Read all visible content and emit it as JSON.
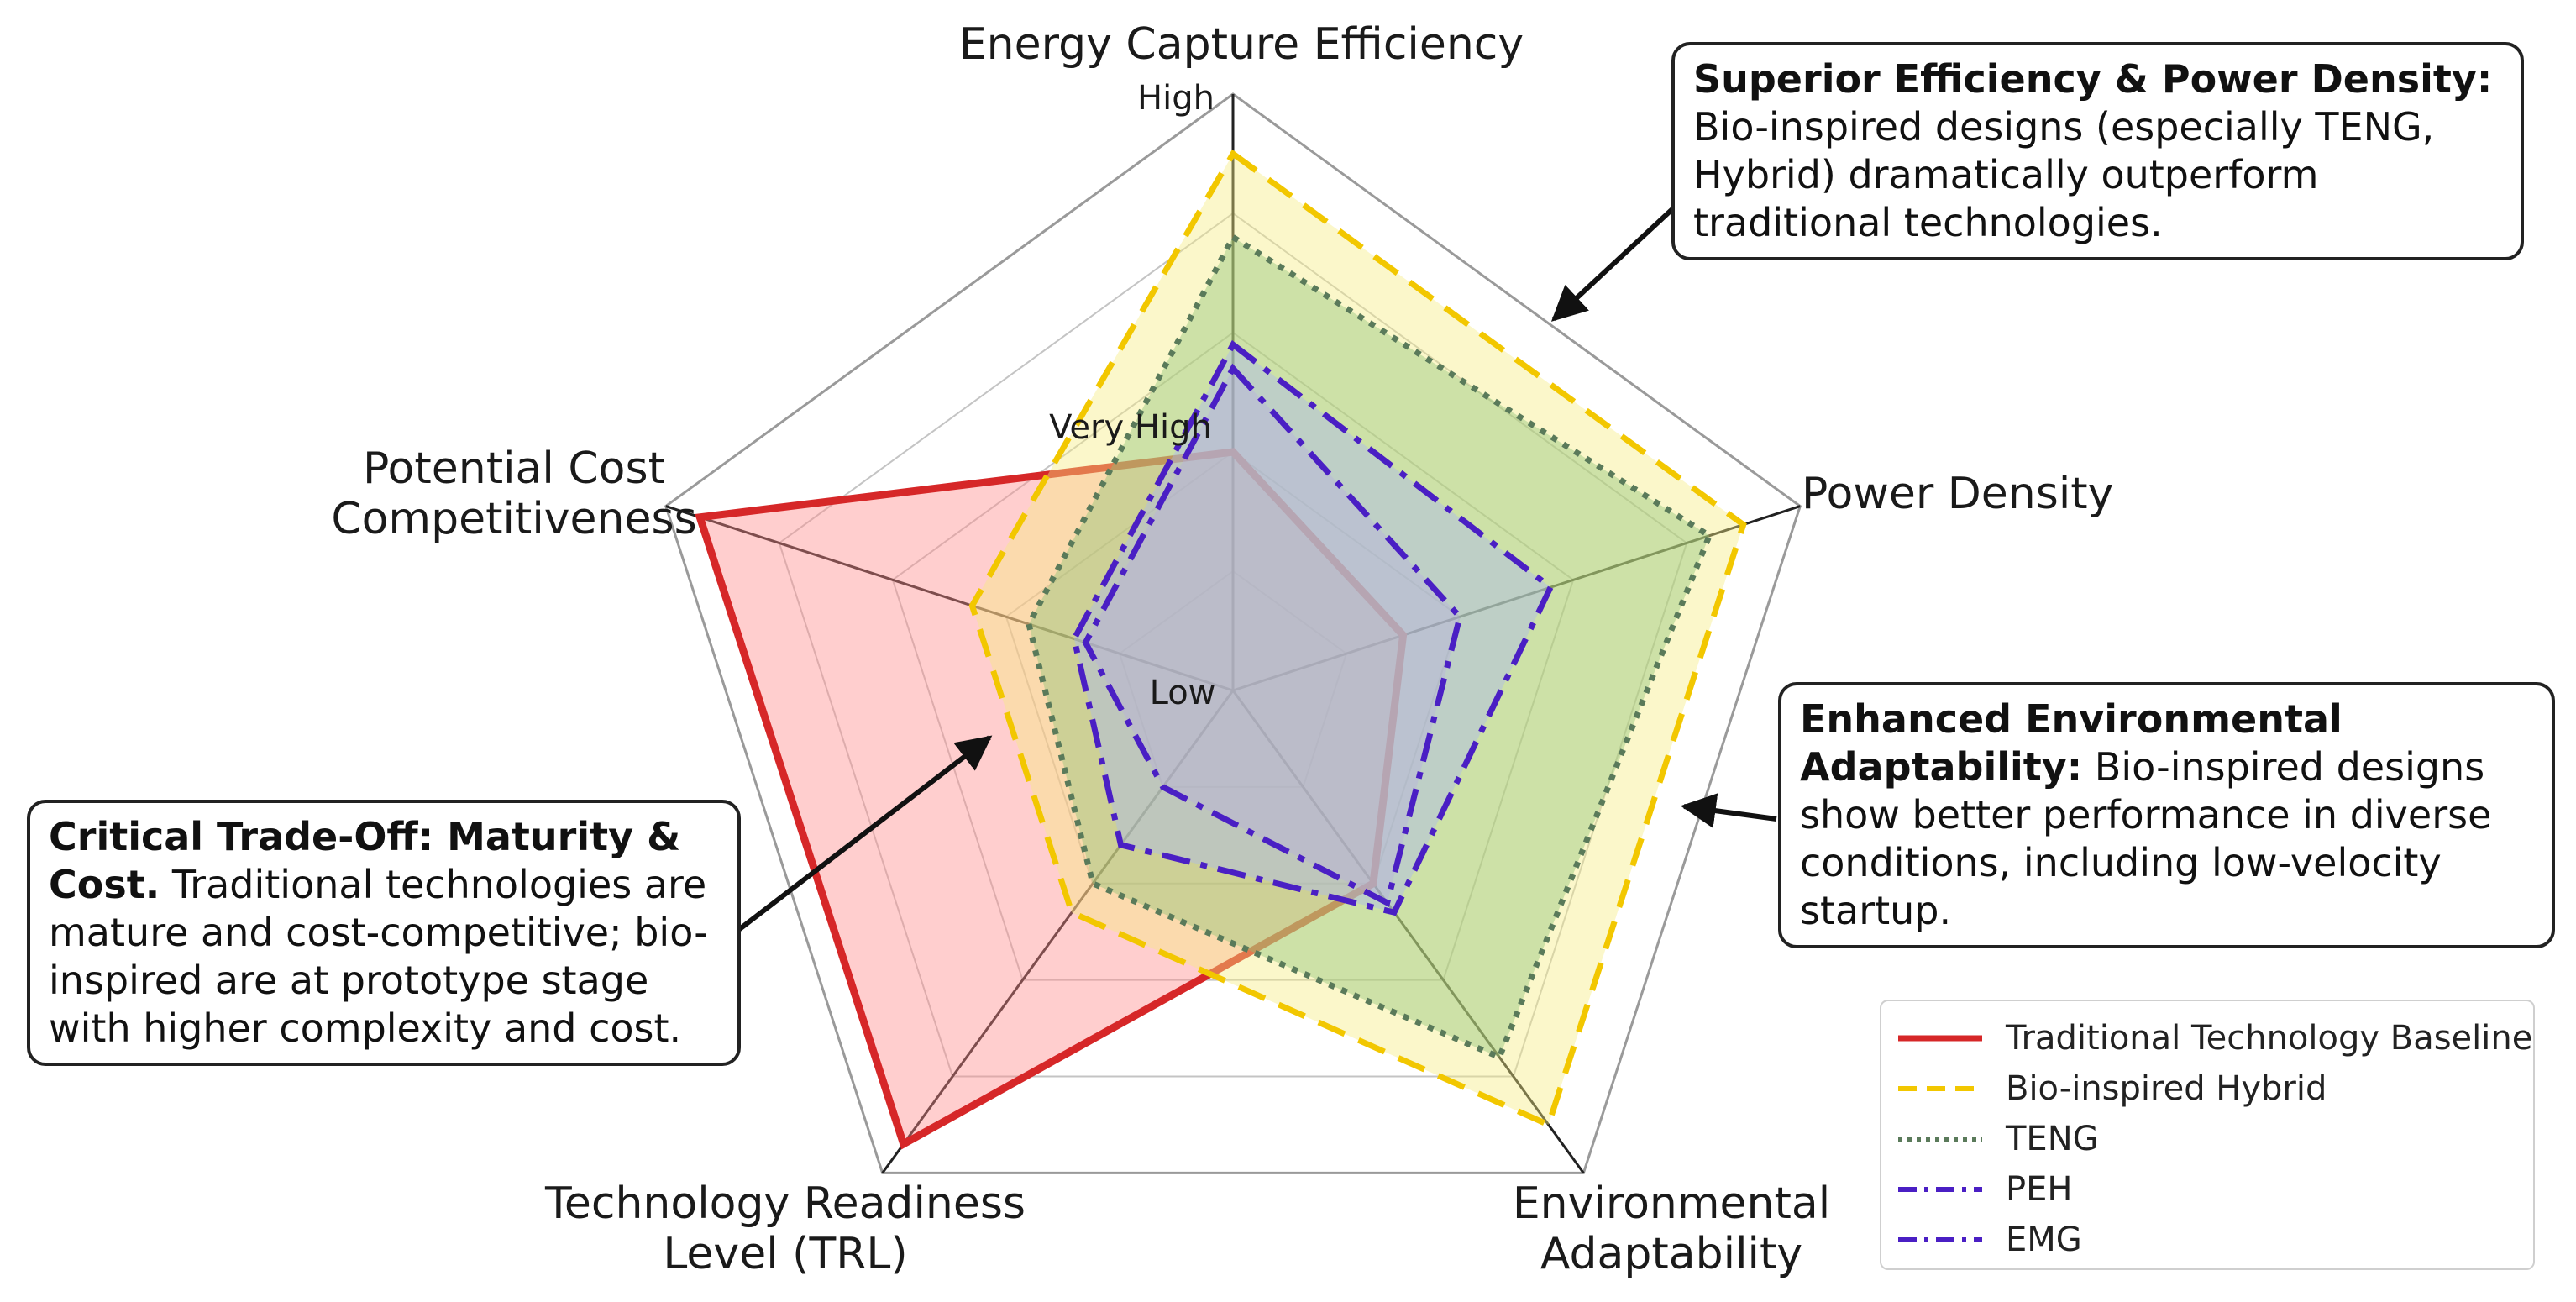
{
  "chart_data": {
    "type": "radar",
    "axes": [
      "Energy Capture Efficiency",
      "Power Density",
      "Environmental Adaptability",
      "Technology Readiness Level (TRL)",
      "Potential Cost Competitiveness"
    ],
    "axis_label_lines": [
      [
        "Energy Capture Efficiency"
      ],
      [
        "Power Density"
      ],
      [
        "Environmental",
        "Adaptability"
      ],
      [
        "Technology Readiness",
        "Level (TRL)"
      ],
      [
        "Potential Cost",
        "Competitiveness"
      ]
    ],
    "range": [
      0,
      5
    ],
    "ring_labels": [
      "Low",
      "Very High",
      "High"
    ],
    "series": [
      {
        "name": "Traditional Technology Baseline",
        "values": [
          2.0,
          1.5,
          2.0,
          4.7,
          4.7
        ],
        "color": "#d62728",
        "fill": "#ff8a8a",
        "fill_opacity": 0.42,
        "dash": "solid"
      },
      {
        "name": "Bio-inspired Hybrid",
        "values": [
          4.5,
          4.5,
          4.5,
          2.3,
          2.3
        ],
        "color": "#f2c700",
        "fill": "#f5ec80",
        "fill_opacity": 0.42,
        "dash": "dashed"
      },
      {
        "name": "TENG",
        "values": [
          3.8,
          4.2,
          3.8,
          2.0,
          1.8
        ],
        "color": "#5a7a5a",
        "fill": "#8cc477",
        "fill_opacity": 0.42,
        "dash": "dotted"
      },
      {
        "name": "PEH",
        "values": [
          2.9,
          2.8,
          2.3,
          1.6,
          1.4
        ],
        "color": "#4a1fc4",
        "fill": "#a9b8f0",
        "fill_opacity": 0.42,
        "dash": "dashdot"
      },
      {
        "name": "EMG",
        "values": [
          2.7,
          2.0,
          2.2,
          1.0,
          1.3
        ],
        "color": "#4a1fc4",
        "fill": "#b5a7e8",
        "fill_opacity": 0.3,
        "dash": "dashdot"
      }
    ]
  },
  "annotations": [
    {
      "title": "Superior Efficiency & Power Density",
      "title_suffix": ":",
      "body": "Bio-inspired designs (especially TENG, Hybrid) dramatically outperform traditional technologies."
    },
    {
      "title": "Enhanced Environmental Adaptability:",
      "title_suffix": "",
      "body": "Bio-inspired designs show better performance in diverse conditions, including low-velocity startup."
    },
    {
      "title": "Critical Trade-Off: Maturity & Cost.",
      "title_suffix": "",
      "body": "Traditional technologies are mature and cost-competitive; bio-inspired are at prototype stage with higher complexity and cost."
    }
  ],
  "legend": [
    "Traditional Technology Baseline",
    "Bio-inspired Hybrid",
    "TENG",
    "PEH",
    "EMG"
  ]
}
